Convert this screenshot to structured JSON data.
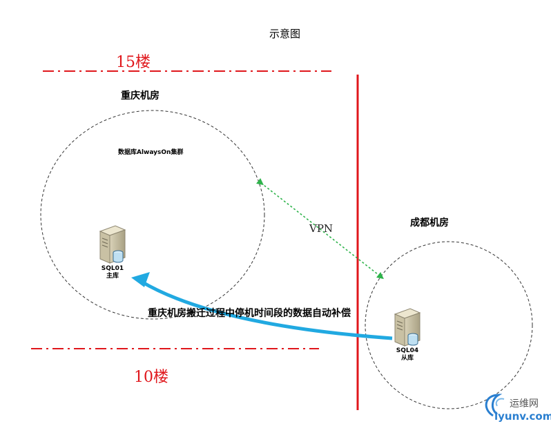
{
  "title": "示意图",
  "floors": {
    "top": "15楼",
    "bottom": "10楼"
  },
  "rooms": {
    "chongqing": "重庆机房",
    "chengdu": "成都机房"
  },
  "cluster_label": "数据库AlwaysOn集群",
  "vpn_label": "VPN",
  "sync_label": "重庆机房搬迁过程中停机时间段的数据自动补偿",
  "servers": [
    {
      "name": "SQL01",
      "role": "主库"
    },
    {
      "name": "SQL04",
      "role": "从库"
    }
  ],
  "watermark": {
    "cn": "运维网",
    "en": "iyunv.com"
  },
  "colors": {
    "floor_line": "#e0161b",
    "vpn_link": "#2db34a",
    "sync_arrow": "#21a9e1"
  }
}
